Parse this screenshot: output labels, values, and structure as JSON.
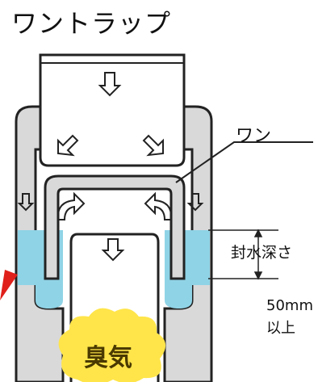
{
  "title": "ワントラップ",
  "labels": {
    "bowl": "ワン",
    "seal_depth": "封水深さ",
    "depth_value_line1": "50mm",
    "depth_value_line2": "以上",
    "odor": "臭気"
  },
  "colors": {
    "water": "#8fd3e6",
    "odor_cloud": "#ffe54a",
    "pipe_fill": "#d9d9d9",
    "outline": "#222222",
    "pointer_arrow": "#e0201b"
  },
  "icons": [
    "down-arrow-icon",
    "diagonal-arrow-icon",
    "curved-arrow-icon",
    "pointer-arrow-icon"
  ]
}
